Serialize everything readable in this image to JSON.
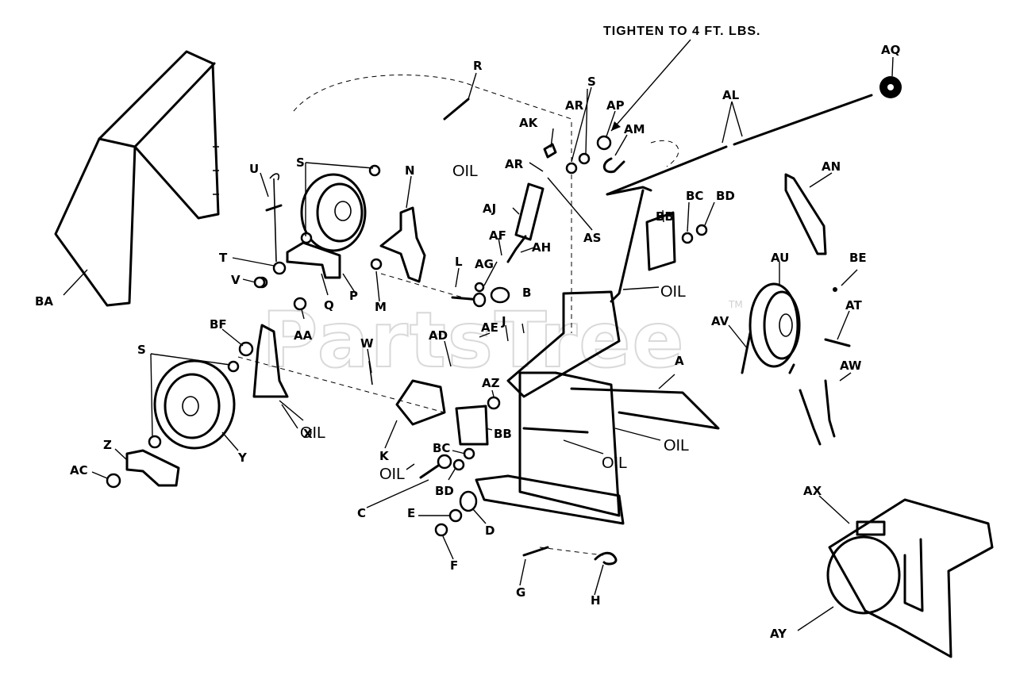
{
  "torque_note": "TIGHTEN TO 4 FT. LBS.",
  "watermark": "PartsTree",
  "trademark": "TM",
  "oil_text": "OIL",
  "labels": {
    "A": "A",
    "AA": "AA",
    "AC": "AC",
    "AD": "AD",
    "AE": "AE",
    "AF": "AF",
    "AG": "AG",
    "AH": "AH",
    "AJ": "AJ",
    "AK": "AK",
    "AL": "AL",
    "AM": "AM",
    "AN": "AN",
    "AP": "AP",
    "AQ": "AQ",
    "AR": "AR",
    "AS": "AS",
    "AT": "AT",
    "AU": "AU",
    "AV": "AV",
    "AW": "AW",
    "AX": "AX",
    "AY": "AY",
    "AZ": "AZ",
    "B": "B",
    "BA": "BA",
    "BB": "BB",
    "BC": "BC",
    "BD": "BD",
    "BE": "BE",
    "BF": "BF",
    "C": "C",
    "D": "D",
    "E": "E",
    "F": "F",
    "G": "G",
    "H": "H",
    "J": "J",
    "K": "K",
    "L": "L",
    "M": "M",
    "N": "N",
    "P": "P",
    "Q": "Q",
    "R": "R",
    "S": "S",
    "T": "T",
    "U": "U",
    "V": "V",
    "W": "W",
    "X": "X",
    "Y": "Y",
    "Z": "Z"
  }
}
